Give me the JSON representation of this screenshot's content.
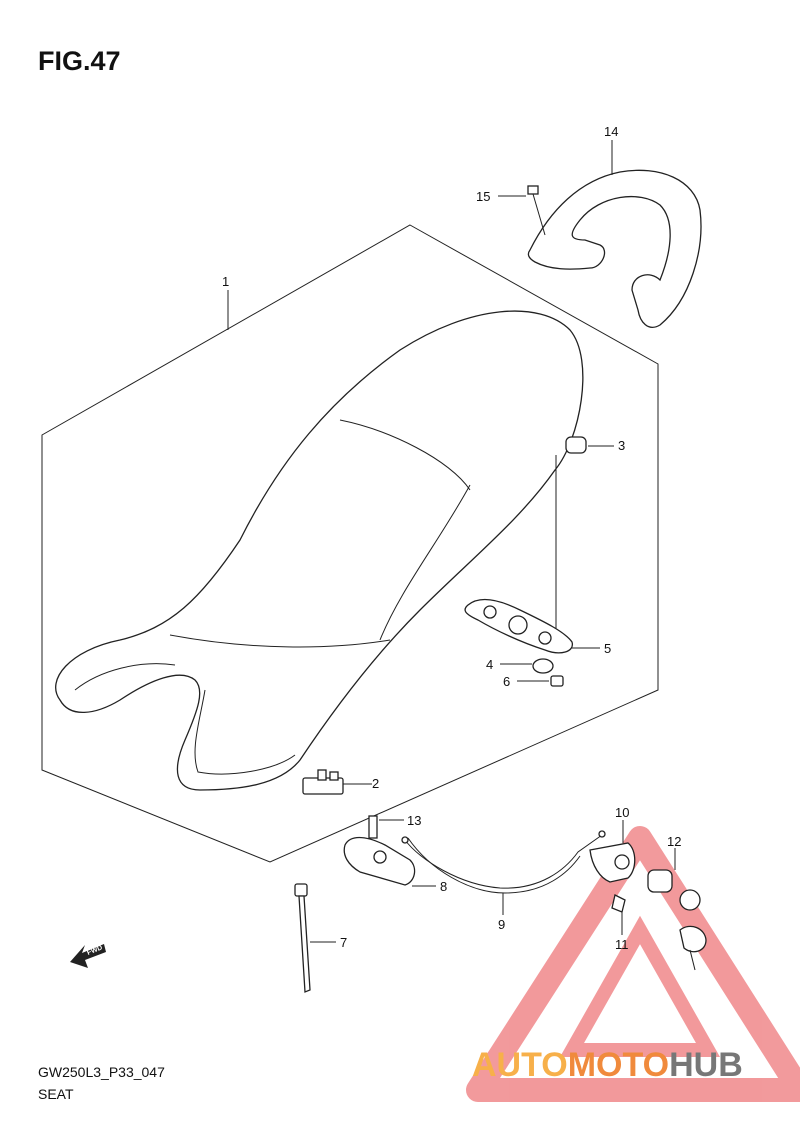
{
  "figure": {
    "title": "FIG.47",
    "code": "GW250L3_P33_047",
    "caption": "SEAT"
  },
  "callouts": [
    "1",
    "2",
    "3",
    "4",
    "5",
    "6",
    "7",
    "8",
    "9",
    "10",
    "11",
    "12",
    "13",
    "14",
    "15"
  ],
  "fwd_label": "FWD",
  "watermark": {
    "part1": "AUTO",
    "part2": "MOTO",
    "part3": "HUB"
  },
  "colors": {
    "ink": "#222222",
    "watermark_red": "#e8474b",
    "watermark_orange": "#f08a3c",
    "watermark_yellow": "#f7b04a",
    "watermark_gray": "#777777"
  }
}
